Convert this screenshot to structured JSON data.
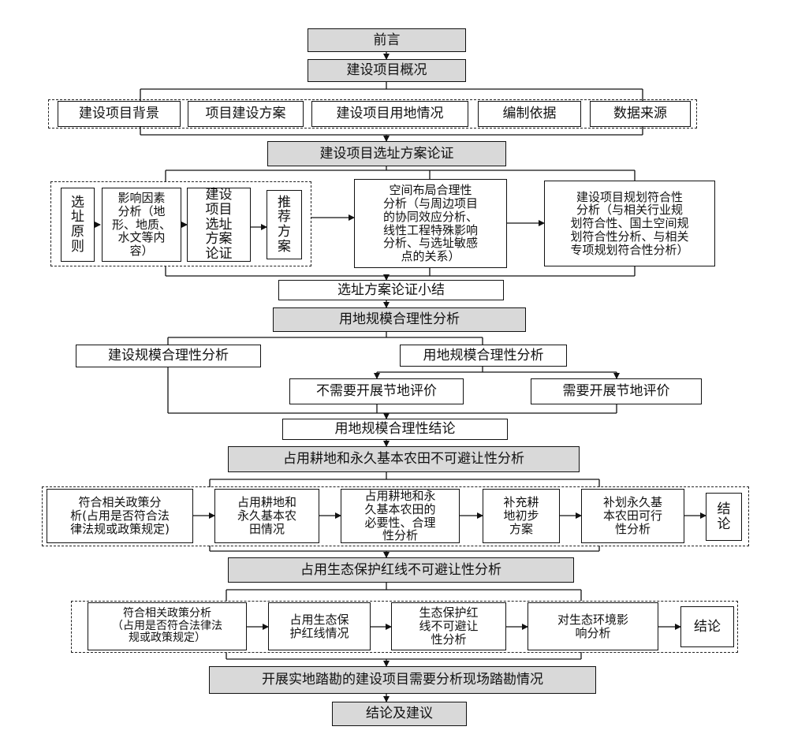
{
  "nodes": {
    "preface": "前言",
    "overview": "建设项目概况",
    "bg": "建设项目背景",
    "plan": "项目建设方案",
    "landuse": "建设项目用地情况",
    "basis": "编制依据",
    "datasrc": "数据来源",
    "sitesel": "建设项目选址方案论证",
    "principle": "选\n址\n原\n则",
    "factors": "影响因素\n分析（地\n形、地质、\n水文等内\n容）",
    "siteproof": "建设\n项目\n选址\n方案\n论证",
    "recommend": "推\n荐\n方\n案",
    "spatial": "空间布局合理性\n分析（与周边项目\n的协同效应分析、\n线性工程特殊影响\n分析、与选址敏感\n点的关系）",
    "planning": "建设项目规划符合性\n分析（与相关行业规\n划符合性、国土空间规\n划符合性分析、与相关\n专项规划符合性分析）",
    "sitesum": "选址方案论证小结",
    "scale": "用地规模合理性分析",
    "buildscale": "建设规模合理性分析",
    "landscale": "用地规模合理性分析",
    "nosave": "不需要开展节地评价",
    "save": "需要开展节地评价",
    "scaleconc": "用地规模合理性结论",
    "farm": "占用耕地和永久基本农田不可避让性分析",
    "policy1": "符合相关政策分\n析(占用是否符合法\n律法规或政策规定)",
    "farmcase": "占用耕地和\n永久基本农\n田情况",
    "necessity": "占用耕地和永\n久基本农田的\n必要性、合理\n性分析",
    "supplement": "补充耕\n地初步\n方案",
    "replan": "补划永久基\n本农田可行\n性分析",
    "conc1": "结\n论",
    "eco": "占用生态保护红线不可避让性分析",
    "policy2": "符合相关政策分析\n（占用是否符合法律法\n规或政策规定）",
    "ecocase": "占用生态保\n护红线情况",
    "ecounavoid": "生态保护红\n线不可避让\n性分析",
    "envimpact": "对生态环境影\n响分析",
    "conc2": "结论",
    "survey": "开展实地踏勘的建设项目需要分析现场踏勘情况",
    "final": "结论及建议"
  }
}
